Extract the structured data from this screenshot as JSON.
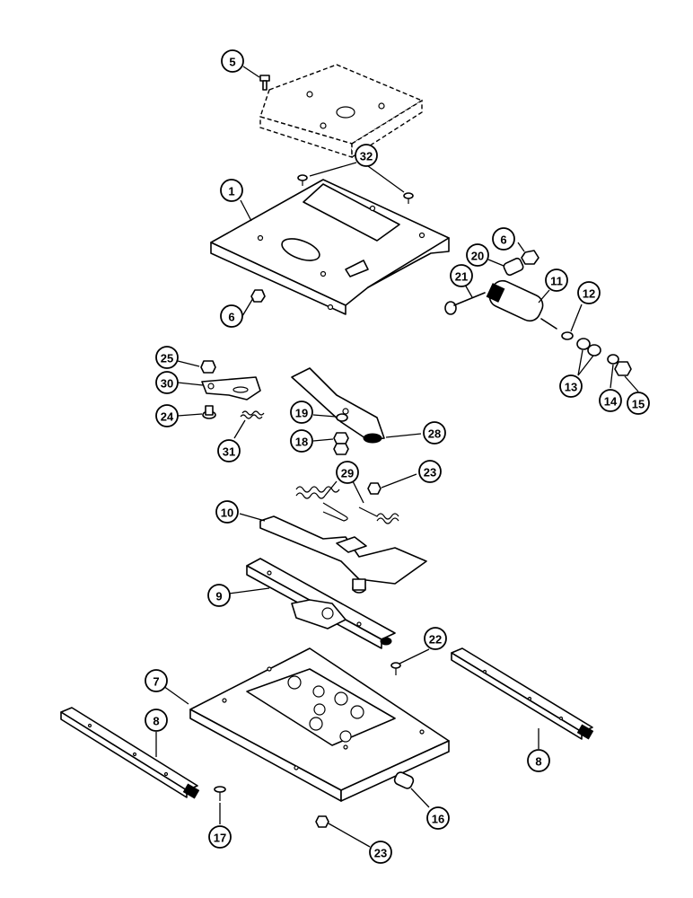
{
  "callouts": {
    "c5": "5",
    "c32": "32",
    "c1": "1",
    "c6a": "6",
    "c6b": "6",
    "c20": "20",
    "c21": "21",
    "c11": "11",
    "c12": "12",
    "c13": "13",
    "c14": "14",
    "c15": "15",
    "c25": "25",
    "c30": "30",
    "c24": "24",
    "c31": "31",
    "c19": "19",
    "c18": "18",
    "c28": "28",
    "c29": "29",
    "c23a": "23",
    "c10": "10",
    "c9": "9",
    "c22": "22",
    "c7": "7",
    "c8a": "8",
    "c8b": "8",
    "c17": "17",
    "c16": "16",
    "c23b": "23"
  }
}
